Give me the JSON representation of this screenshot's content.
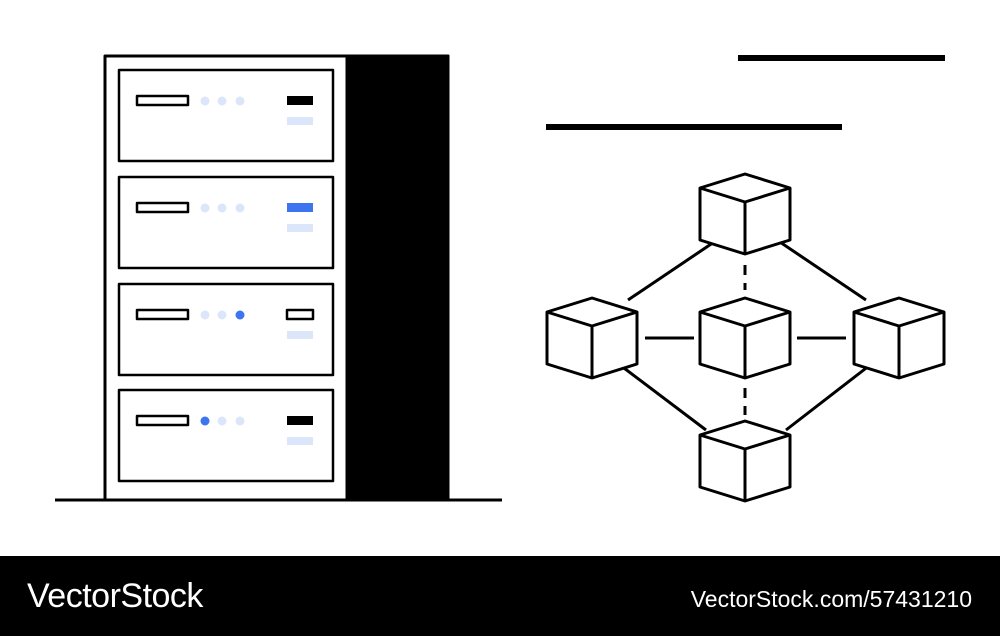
{
  "palette": {
    "ink": "#000000",
    "paper": "#ffffff",
    "accent": "#3d74f0",
    "accent_light": "#dce6fb"
  },
  "server_rack": {
    "units": [
      {
        "leds_on": [
          false,
          false,
          false
        ],
        "status_block": "black"
      },
      {
        "leds_on": [
          false,
          false,
          false
        ],
        "status_block": "blue"
      },
      {
        "leds_on": [
          false,
          false,
          true
        ],
        "status_block": "outline"
      },
      {
        "leds_on": [
          true,
          false,
          false
        ],
        "status_block": "black"
      }
    ]
  },
  "network": {
    "nodes": [
      "top",
      "left",
      "center",
      "right",
      "bottom"
    ],
    "icon": "cube-icon"
  },
  "footer": {
    "brand": "VectorStock",
    "image_id": "VectorStock.com/57431210"
  }
}
